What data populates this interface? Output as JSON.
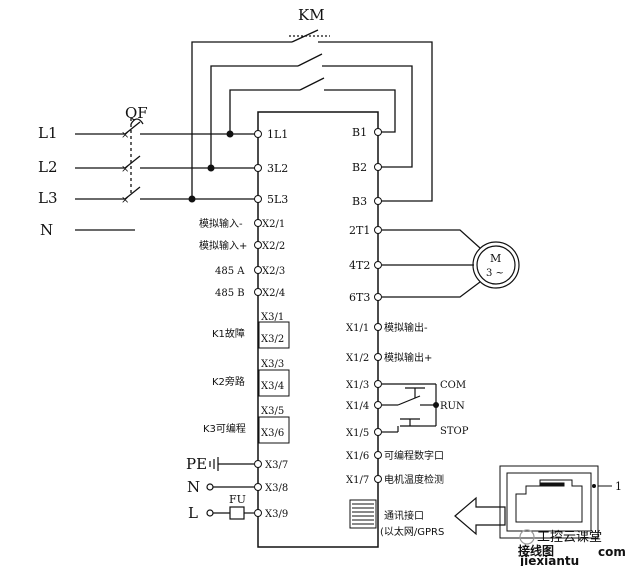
{
  "contactor": {
    "label": "KM"
  },
  "breaker": {
    "label": "QF"
  },
  "inputs": {
    "l1": "L1",
    "l2": "L2",
    "l3": "L3",
    "n": "N"
  },
  "left_terminals": {
    "l1": "1L1",
    "l2": "3L2",
    "l3": "5L3",
    "x2_1": "X2/1",
    "x2_2": "X2/2",
    "x2_3": "X2/3",
    "x2_4": "X2/4",
    "x3_1": "X3/1",
    "x3_2": "X3/2",
    "x3_3": "X3/3",
    "x3_4": "X3/4",
    "x3_5": "X3/5",
    "x3_6": "X3/6",
    "x3_7": "X3/7",
    "x3_8": "X3/8",
    "x3_9": "X3/9"
  },
  "left_labels": {
    "analog_in_neg": "模拟输入-",
    "analog_in_pos": "模拟输入+",
    "rs485_a": "485 A",
    "rs485_b": "485 B",
    "k1": "K1故障",
    "k2": "K2旁路",
    "k3": "K3可编程",
    "pe": "PE",
    "n": "N",
    "fu": "FU",
    "l": "L"
  },
  "right_terminals": {
    "b1": "B1",
    "b2": "B2",
    "b3": "B3",
    "t1": "2T1",
    "t2": "4T2",
    "t3": "6T3",
    "x1_1": "X1/1",
    "x1_2": "X1/2",
    "x1_3": "X1/3",
    "x1_4": "X1/4",
    "x1_5": "X1/5",
    "x1_6": "X1/6",
    "x1_7": "X1/7"
  },
  "right_labels": {
    "analog_out_neg": "模拟输出-",
    "analog_out_pos": "模拟输出+",
    "com": "COM",
    "run": "RUN",
    "stop": "STOP",
    "prog_digital": "可编程数字口",
    "motor_temp": "电机温度检测"
  },
  "motor": {
    "label": "M",
    "phase": "3 ~"
  },
  "comm": {
    "line1": "通讯接口",
    "line2": "(以太网/GPRS"
  },
  "callout": {
    "label": "1"
  },
  "watermark": {
    "text1": "工控云课堂",
    "text2": "接线图",
    "text3": "jiexiantu",
    "text4": "com"
  }
}
